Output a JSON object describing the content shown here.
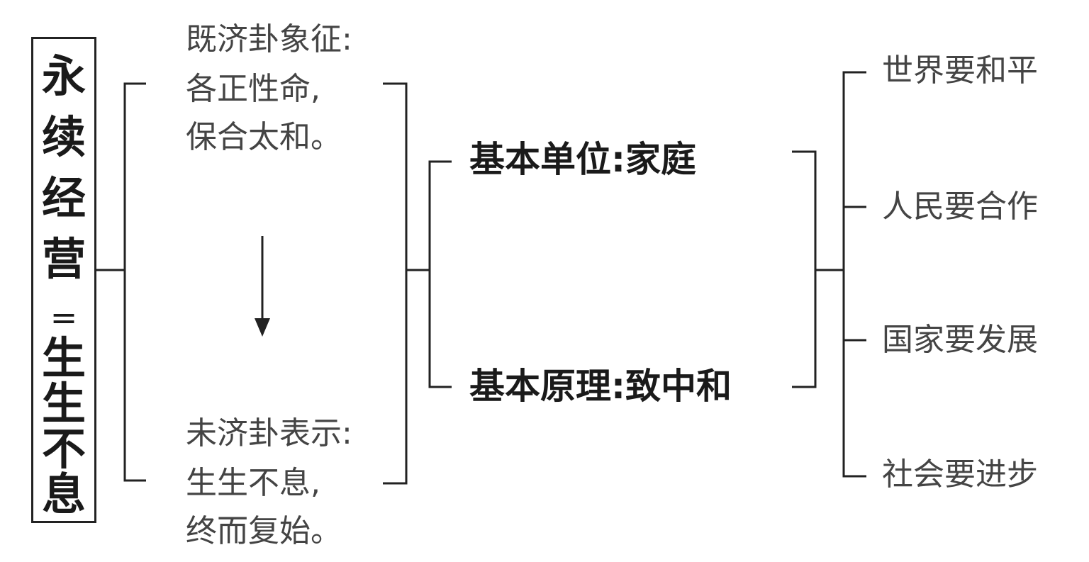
{
  "title": {
    "chars_top": [
      "永",
      "续",
      "经",
      "营"
    ],
    "equals": "=",
    "chars_bottom": [
      "生",
      "生",
      "不",
      "息"
    ]
  },
  "hexagrams": {
    "jiji": {
      "lines": [
        "既济卦象征:",
        "各正性命,",
        "保合太和。"
      ]
    },
    "weiji": {
      "lines": [
        "未济卦表示:",
        "生生不息,",
        "终而复始。"
      ]
    }
  },
  "principles": {
    "unit": "基本单位:家庭",
    "principle": "基本原理:致中和"
  },
  "goals": [
    "世界要和平",
    "人民要合作",
    "国家要发展",
    "社会要进步"
  ],
  "colors": {
    "line": "#222222",
    "text_dark": "#1a1a1a",
    "text_mid": "#444444"
  }
}
